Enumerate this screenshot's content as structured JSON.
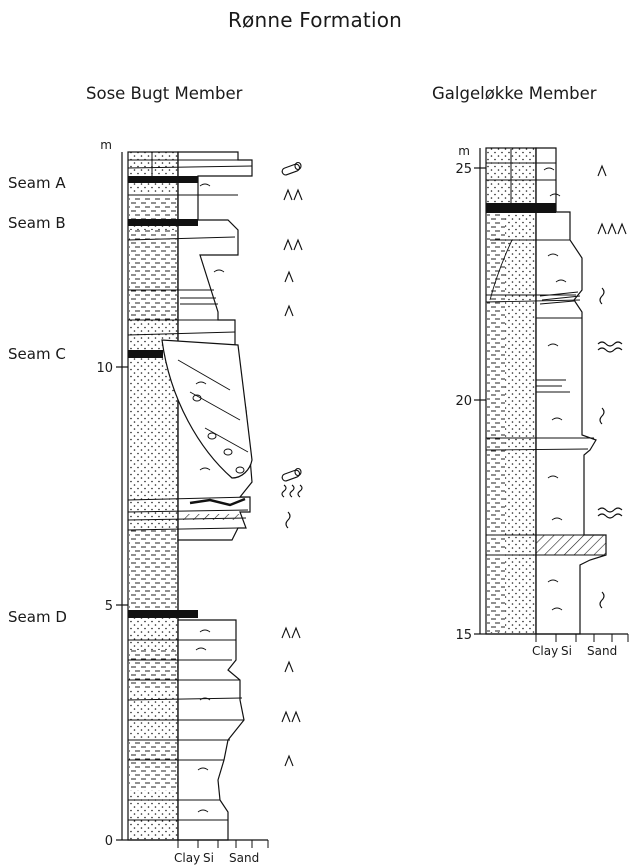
{
  "title": "Rønne Formation",
  "sose": {
    "title": "Sose Bugt Member",
    "unit": "m",
    "ticks": [
      "0",
      "5",
      "10"
    ],
    "seams": [
      "Seam A",
      "Seam B",
      "Seam C",
      "Seam D"
    ],
    "grain_labels": [
      "Clay",
      "Si",
      "Sand"
    ]
  },
  "galg": {
    "title": "Galgeløkke Member",
    "unit": "m",
    "ticks": [
      "15",
      "20",
      "25"
    ],
    "grain_labels": [
      "Clay",
      "Si",
      "Sand"
    ]
  },
  "icons": [
    "log-icon",
    "rootlet-icon",
    "burrow-icon",
    "wavy-lamination-icon"
  ]
}
